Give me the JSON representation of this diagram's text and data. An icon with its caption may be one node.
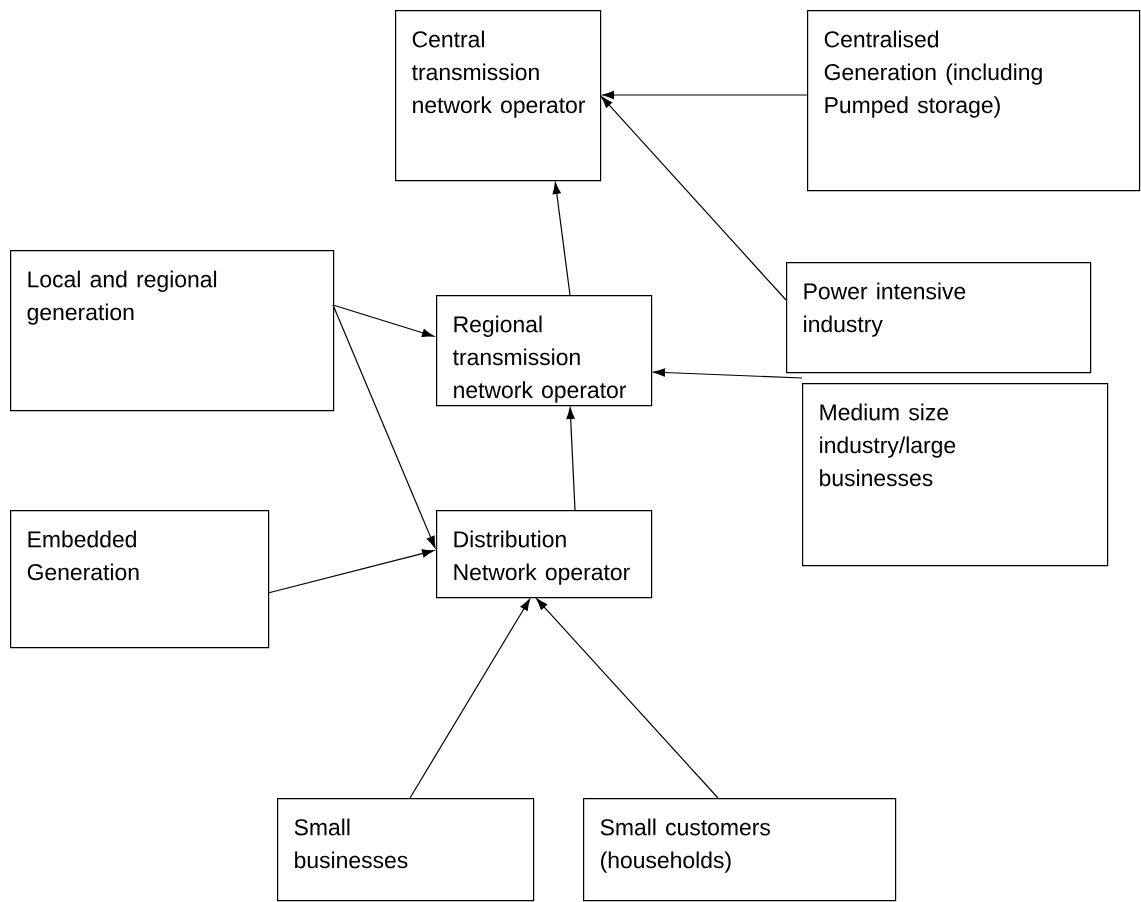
{
  "diagram": {
    "nodes": [
      {
        "text": [
          "Central transmission network operator"
        ]
      },
      {
        "text": [
          "Centralised Generation (including Pumped storage)"
        ]
      },
      {
        "text": [
          "Local and regional generation"
        ]
      },
      {
        "text": [
          "Regional transmission network operator"
        ]
      },
      {
        "text": [
          "Power intensive industry"
        ]
      },
      {
        "text": [
          "Medium size industry/large businesses"
        ]
      },
      {
        "text": [
          "Embedded Generation"
        ]
      },
      {
        "text": [
          "Distribution Network operator"
        ]
      },
      {
        "text": [
          "Small businesses"
        ]
      },
      {
        "text": [
          "Small customers (households)"
        ]
      }
    ],
    "edges": [
      {
        "from": 1,
        "to": 0,
        "arrow": "to"
      },
      {
        "from": 4,
        "to": 0,
        "arrow": "to"
      },
      {
        "from": 3,
        "to": 0,
        "arrow": "to"
      },
      {
        "from": 2,
        "to": 3,
        "arrow": "to"
      },
      {
        "from": 2,
        "to": 7,
        "arrow": "to"
      },
      {
        "from": 5,
        "to": 3,
        "arrow": "to"
      },
      {
        "from": 7,
        "to": 3,
        "arrow": "to"
      },
      {
        "from": 6,
        "to": 7,
        "arrow": "to"
      },
      {
        "from": 8,
        "to": 7,
        "arrow": "to"
      },
      {
        "from": 9,
        "to": 7,
        "arrow": "to"
      }
    ]
  }
}
